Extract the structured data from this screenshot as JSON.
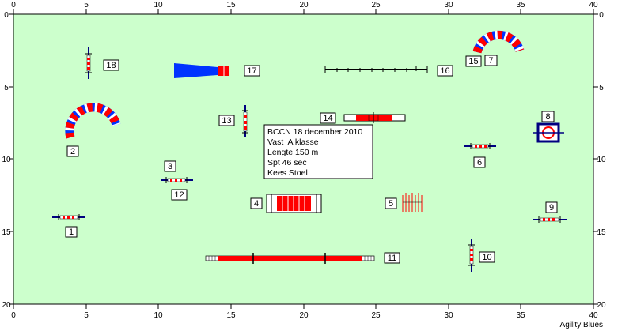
{
  "course": {
    "axis_ticks_x": [
      "0",
      "5",
      "10",
      "15",
      "20",
      "25",
      "30",
      "35",
      "40"
    ],
    "axis_ticks_y": [
      "0",
      "5",
      "10",
      "15",
      "20"
    ],
    "credit": "Agility Blues",
    "info_box": {
      "line1": "BCCN 18 december 2010",
      "line2": "Vast  A klasse",
      "line3": "Lengte 150 m",
      "line4": "Spt 46 sec",
      "line5": "Kees Stoel"
    },
    "numbers": {
      "n1": "1",
      "n2": "2",
      "n3": "3",
      "n4": "4",
      "n5": "5",
      "n6": "6",
      "n7": "7",
      "n8": "8",
      "n9": "9",
      "n10": "10",
      "n11": "11",
      "n12": "12",
      "n13": "13",
      "n14": "14",
      "n15": "15",
      "n16": "16",
      "n17": "17",
      "n18": "18"
    },
    "colors": {
      "field": "#ccffcc",
      "red": "#ff0000",
      "blue": "#0033ff",
      "pole": "#000080"
    }
  }
}
